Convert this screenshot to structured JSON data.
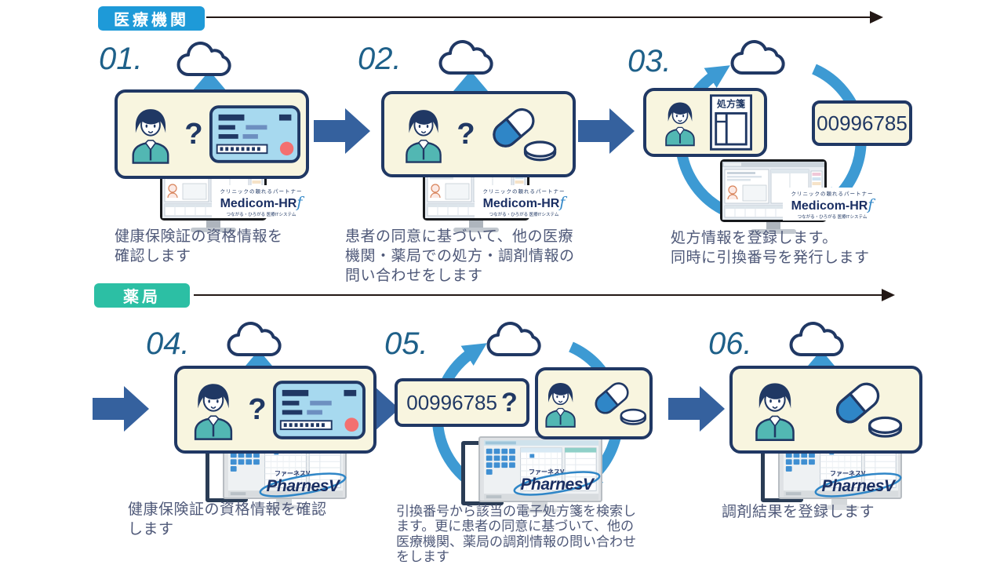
{
  "sections": [
    {
      "label": "医療機関",
      "color": "#1e9ad8"
    },
    {
      "label": "薬局",
      "color": "#2cbfa4"
    }
  ],
  "steps": [
    {
      "number": "01.",
      "caption": "健康保険証の資格情報を\n確認します",
      "software": "Medicom-HRf"
    },
    {
      "number": "02.",
      "caption": "患者の同意に基づいて、他の医療\n機関・薬局での処方・調剤情報の\n問い合わせをします",
      "software": "Medicom-HRf"
    },
    {
      "number": "03.",
      "caption": "処方情報を登録します。\n同時に引換番号を発行します",
      "code": "00996785",
      "software": "Medicom-HRf"
    },
    {
      "number": "04.",
      "caption": "健康保険証の資格情報を確認\nします",
      "software": "PharnesV"
    },
    {
      "number": "05.",
      "caption": "引換番号から該当の電子処方箋を検索し\nます。更に患者の同意に基づいて、他の\n医療機関、薬局の調剤情報の問い合わせ\nをします",
      "code": "00996785",
      "software": "PharnesV"
    },
    {
      "number": "06.",
      "caption": "調剤結果を登録します",
      "software": "PharnesV"
    }
  ],
  "labels": {
    "question": "?",
    "prescription": "処方箋"
  },
  "logos": {
    "medicom": {
      "tagline_top": "クリニックの頼れるパートナー",
      "name": "Medicom-HR",
      "name_suffix": "f",
      "tagline_bottom": "つながる・ひろがる 医療ITシステム"
    },
    "pharnes": {
      "kana": "ファーネスV",
      "name": "PharnesV"
    }
  },
  "colors": {
    "medical_badge": "#1e9ad8",
    "pharmacy_badge": "#2cbfa4",
    "upload_arrow": "#3d9ad3",
    "connector_arrow": "#35619e",
    "outline_navy": "#203864",
    "box_cream": "#f8f5df",
    "person_shirt": "#52b7b3",
    "card_blue": "#a7d9ef",
    "alert_red": "#f37070",
    "caption_text": "#4e5878",
    "step_number": "#1e6089"
  }
}
